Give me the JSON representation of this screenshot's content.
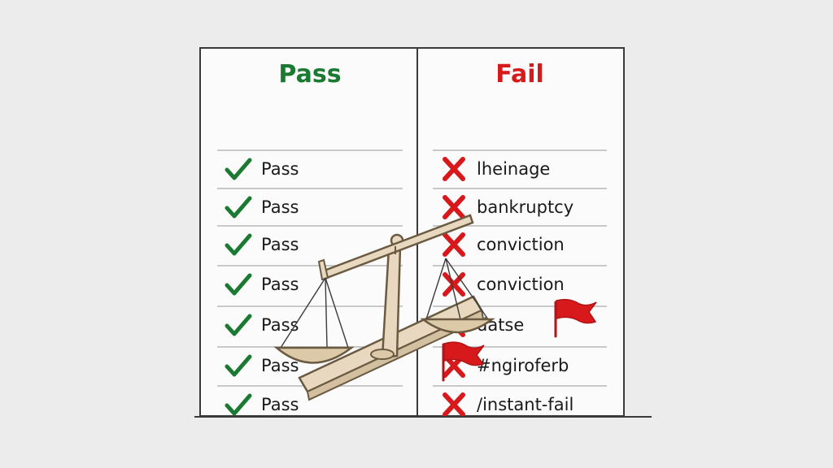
{
  "pass_column": {
    "title": "Pass",
    "items": [
      "Pass",
      "Pass",
      "Pass",
      "Pass",
      "Pass",
      "Pass",
      "Pass"
    ]
  },
  "fail_column": {
    "title": "Fail",
    "items": [
      "lheinage",
      "bankruptcy",
      "conviction",
      "conviction",
      "datse",
      "#ngiroferb",
      "/instant-fail"
    ]
  },
  "colors": {
    "pass": "#1b7a32",
    "fail": "#d7191c",
    "scale_wood": "#e8d8bf",
    "scale_outline": "#6b5a42",
    "pan": "#dcc9a8"
  },
  "icons": {
    "pass": "check-icon",
    "fail": "cross-icon",
    "flag": "red-flag-icon",
    "scale": "balance-scale-icon"
  }
}
